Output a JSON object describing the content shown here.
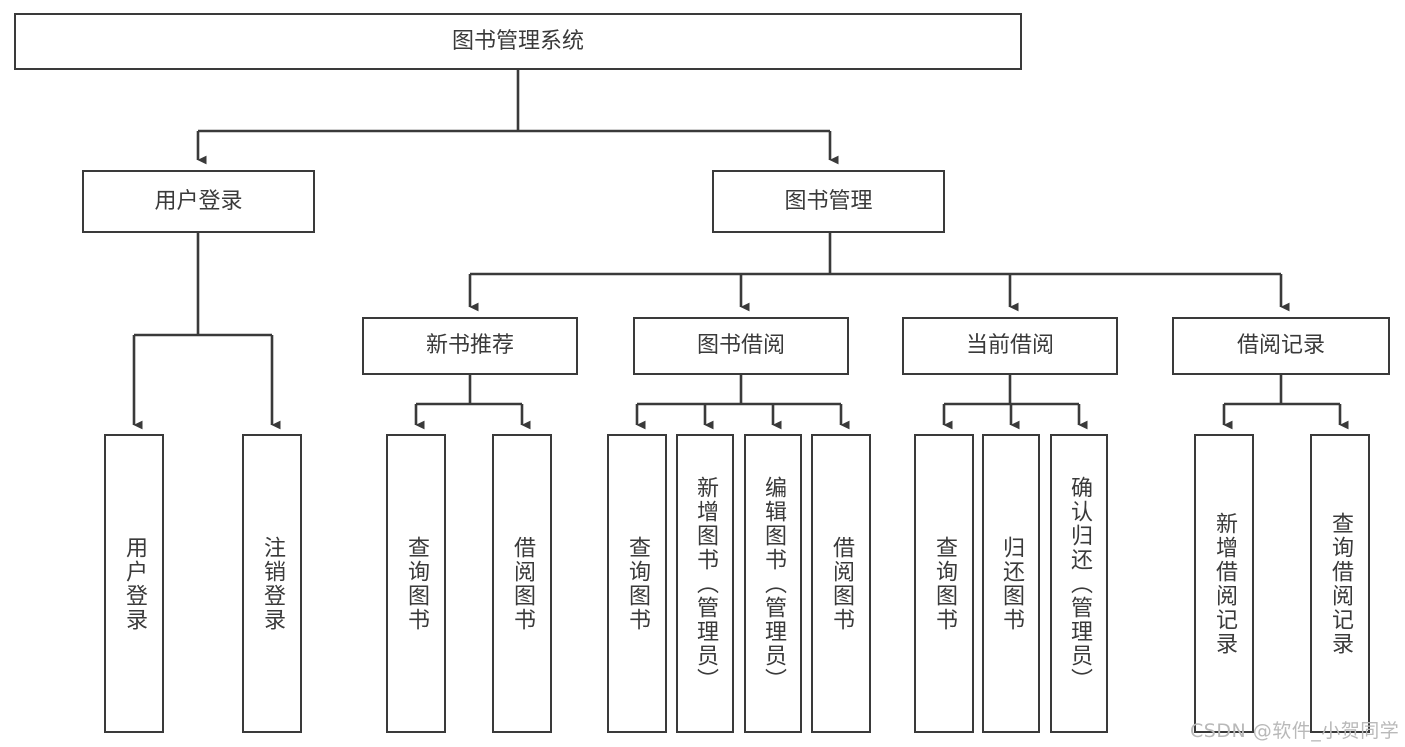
{
  "diagram": {
    "title": "图书管理系统",
    "type": "hierarchy-tree",
    "stroke_color": "#3a3a3a",
    "background_color": "#ffffff",
    "root": {
      "id": "root",
      "label": "图书管理系统",
      "orientation": "horizontal"
    },
    "level2": [
      {
        "id": "user-login",
        "label": "用户登录",
        "orientation": "horizontal"
      },
      {
        "id": "book-manage",
        "label": "图书管理",
        "orientation": "horizontal"
      }
    ],
    "level3": [
      {
        "id": "new-book-recommend",
        "label": "新书推荐",
        "orientation": "horizontal",
        "parent": "book-manage"
      },
      {
        "id": "book-borrow",
        "label": "图书借阅",
        "orientation": "horizontal",
        "parent": "book-manage"
      },
      {
        "id": "current-borrow",
        "label": "当前借阅",
        "orientation": "horizontal",
        "parent": "book-manage"
      },
      {
        "id": "borrow-record",
        "label": "借阅记录",
        "orientation": "horizontal",
        "parent": "book-manage"
      }
    ],
    "leaves": [
      {
        "id": "leaf-user-login",
        "label": "用户登录",
        "parent": "user-login"
      },
      {
        "id": "leaf-user-logout",
        "label": "注销登录",
        "parent": "user-login"
      },
      {
        "id": "leaf-query-book-1",
        "label": "查询图书",
        "parent": "new-book-recommend"
      },
      {
        "id": "leaf-borrow-book-1",
        "label": "借阅图书",
        "parent": "new-book-recommend"
      },
      {
        "id": "leaf-query-book-2",
        "label": "查询图书",
        "parent": "book-borrow"
      },
      {
        "id": "leaf-add-book",
        "label": "新增图书（管理员）",
        "parent": "book-borrow"
      },
      {
        "id": "leaf-edit-book",
        "label": "编辑图书（管理员）",
        "parent": "book-borrow"
      },
      {
        "id": "leaf-borrow-book-2",
        "label": "借阅图书",
        "parent": "book-borrow"
      },
      {
        "id": "leaf-query-book-3",
        "label": "查询图书",
        "parent": "current-borrow"
      },
      {
        "id": "leaf-return-book",
        "label": "归还图书",
        "parent": "current-borrow"
      },
      {
        "id": "leaf-confirm-return",
        "label": "确认归还（管理员）",
        "parent": "current-borrow"
      },
      {
        "id": "leaf-add-record",
        "label": "新增借阅记录",
        "parent": "borrow-record"
      },
      {
        "id": "leaf-query-record",
        "label": "查询借阅记录",
        "parent": "borrow-record"
      }
    ],
    "watermark": "CSDN @软件_小贺同学"
  }
}
